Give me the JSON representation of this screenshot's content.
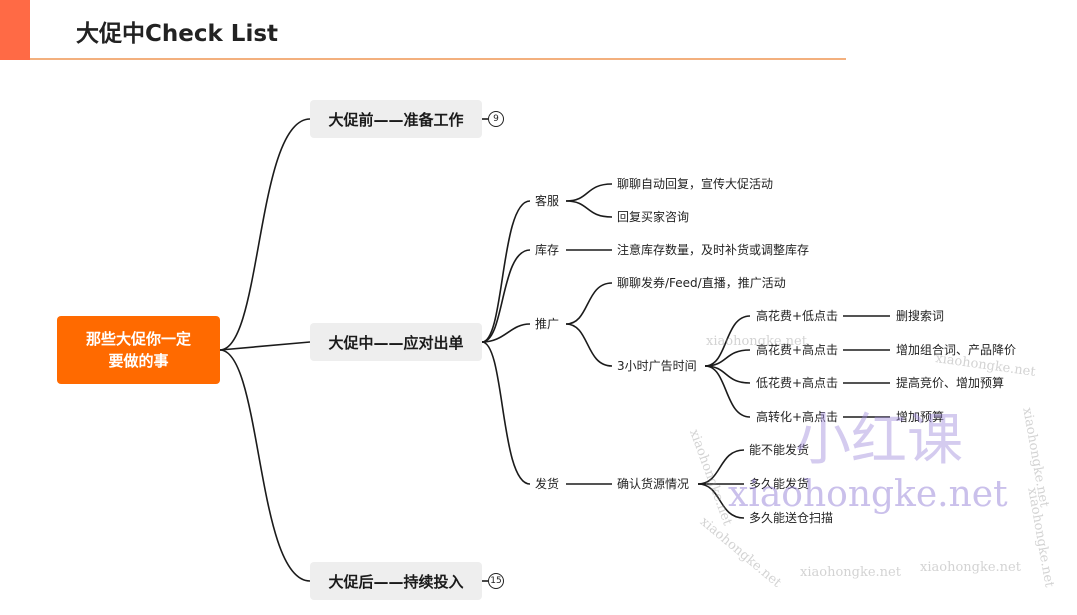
{
  "title": "大促中Check List",
  "root": "那些大促你一定要做的事",
  "branches": {
    "before": {
      "label": "大促前——准备工作",
      "count": "9"
    },
    "during": {
      "label": "大促中——应对出单"
    },
    "after": {
      "label": "大促后——持续投入",
      "count": "15"
    }
  },
  "during_children": {
    "service": {
      "label": "客服",
      "items": [
        "聊聊自动回复，宣传大促活动",
        "回复买家咨询"
      ]
    },
    "inventory": {
      "label": "库存",
      "items": [
        "注意库存数量，及时补货或调整库存"
      ]
    },
    "promotion": {
      "label": "推广",
      "items": [
        "聊聊发券/Feed/直播，推广活动",
        "3小时广告时间"
      ],
      "ads": [
        {
          "label": "高花费+低点击",
          "action": "删搜索词"
        },
        {
          "label": "高花费+高点击",
          "action": "增加组合词、产品降价"
        },
        {
          "label": "低花费+高点击",
          "action": "提高竞价、增加预算"
        },
        {
          "label": "高转化+高点击",
          "action": "增加预算"
        }
      ]
    },
    "shipping": {
      "label": "发货",
      "items": [
        "确认货源情况"
      ],
      "sub": [
        "能不能发货",
        "多久能发货",
        "多久能送仓扫描"
      ]
    }
  },
  "watermark": {
    "logo": "小红课",
    "site": "xiaohongke.net"
  }
}
